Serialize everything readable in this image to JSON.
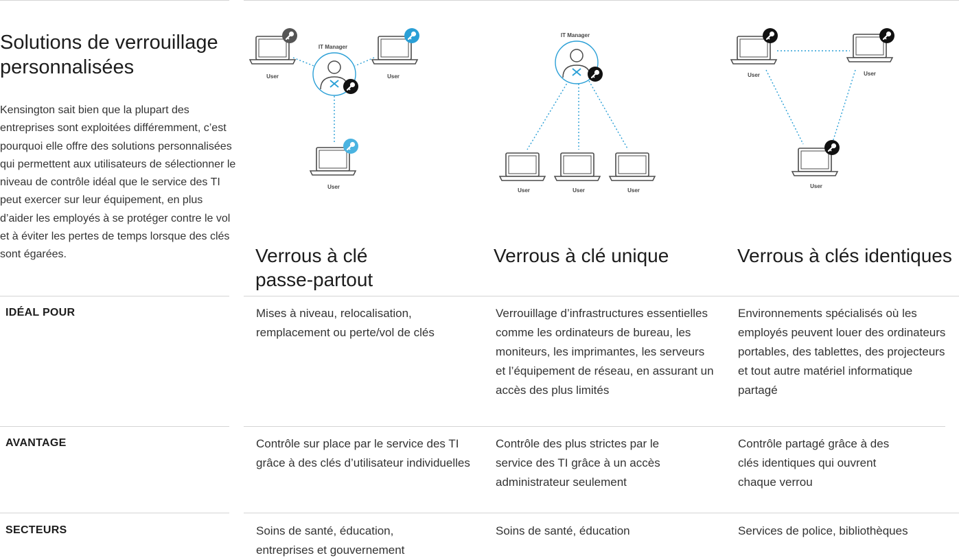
{
  "intro": {
    "title_line1": "Solutions de verrouillage",
    "title_line2": "personnalisées",
    "text": "Kensington sait bien que la plupart des entreprises sont exploitées différemment, c’est pourquoi elle offre des solutions personnalisées qui permettent aux utilisateurs de sélectionner le niveau de contrôle idéal que le service des TI peut exercer sur leur équipement, en plus d’aider les employés à se protéger contre le vol et à éviter les pertes de temps lorsque des clés sont égarées."
  },
  "diagram_labels": {
    "user": "User",
    "manager": "IT Manager"
  },
  "columns": [
    {
      "title_line1": "Verrous à clé",
      "title_line2": "passe-partout"
    },
    {
      "title_line1": "Verrous à clé unique",
      "title_line2": ""
    },
    {
      "title_line1": "Verrous à clés identiques",
      "title_line2": ""
    }
  ],
  "rows": [
    {
      "label": "IDÉAL POUR",
      "cells": [
        "Mises à niveau, relocalisation, remplacement ou perte/vol de clés",
        "Verrouillage d’infrastructures essentielles comme les ordinateurs de bureau, les moniteurs, les imprimantes, les serveurs et l’équipement de réseau, en assurant un accès des plus limités",
        "Environnements spécialisés où les employés peuvent louer des ordinateurs portables, des tablettes, des projecteurs et tout autre matériel informatique partagé"
      ]
    },
    {
      "label": "AVANTAGE",
      "cells": [
        "Contrôle sur place par le service des TI grâce à des clés d’utilisateur individuelles",
        "Contrôle des plus strictes par le service des TI grâce à un accès administrateur seulement",
        "Contrôle partagé grâce à des clés identiques qui ouvrent chaque verrou"
      ]
    },
    {
      "label": "SECTEURS",
      "cells": [
        "Soins de santé, éducation, entreprises et gouvernement",
        "Soins de santé, éducation",
        "Services de police, bibliothèques"
      ]
    }
  ],
  "colors": {
    "accent_blue": "#2a9fd6",
    "light_blue": "#4ab3e0",
    "key_grey": "#555555",
    "key_black": "#111111",
    "line": "#d4d4d4"
  }
}
